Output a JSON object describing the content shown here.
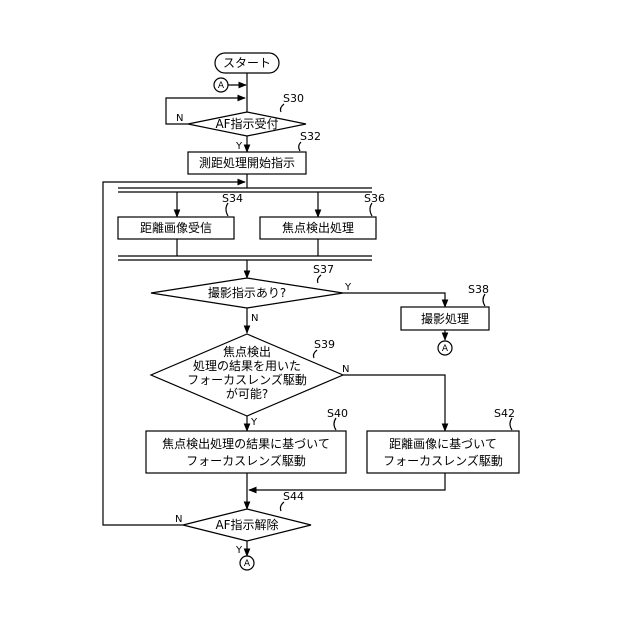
{
  "flowchart": {
    "start": "スタート",
    "connector": "A",
    "yes": "Y",
    "no": "N",
    "steps": {
      "s30": {
        "id": "S30",
        "text": "AF指示受付"
      },
      "s32": {
        "id": "S32",
        "text": "測距処理開始指示"
      },
      "s34": {
        "id": "S34",
        "text": "距離画像受信"
      },
      "s36": {
        "id": "S36",
        "text": "焦点検出処理"
      },
      "s37": {
        "id": "S37",
        "text": "撮影指示あり?"
      },
      "s38": {
        "id": "S38",
        "text": "撮影処理"
      },
      "s39": {
        "id": "S39",
        "lines": [
          "焦点検出",
          "処理の結果を用いた",
          "フォーカスレンズ駆動",
          "が可能?"
        ]
      },
      "s40": {
        "id": "S40",
        "lines": [
          "焦点検出処理の結果に基づいて",
          "フォーカスレンズ駆動"
        ]
      },
      "s42": {
        "id": "S42",
        "lines": [
          "距離画像に基づいて",
          "フォーカスレンズ駆動"
        ]
      },
      "s44": {
        "id": "S44",
        "text": "AF指示解除"
      }
    }
  }
}
